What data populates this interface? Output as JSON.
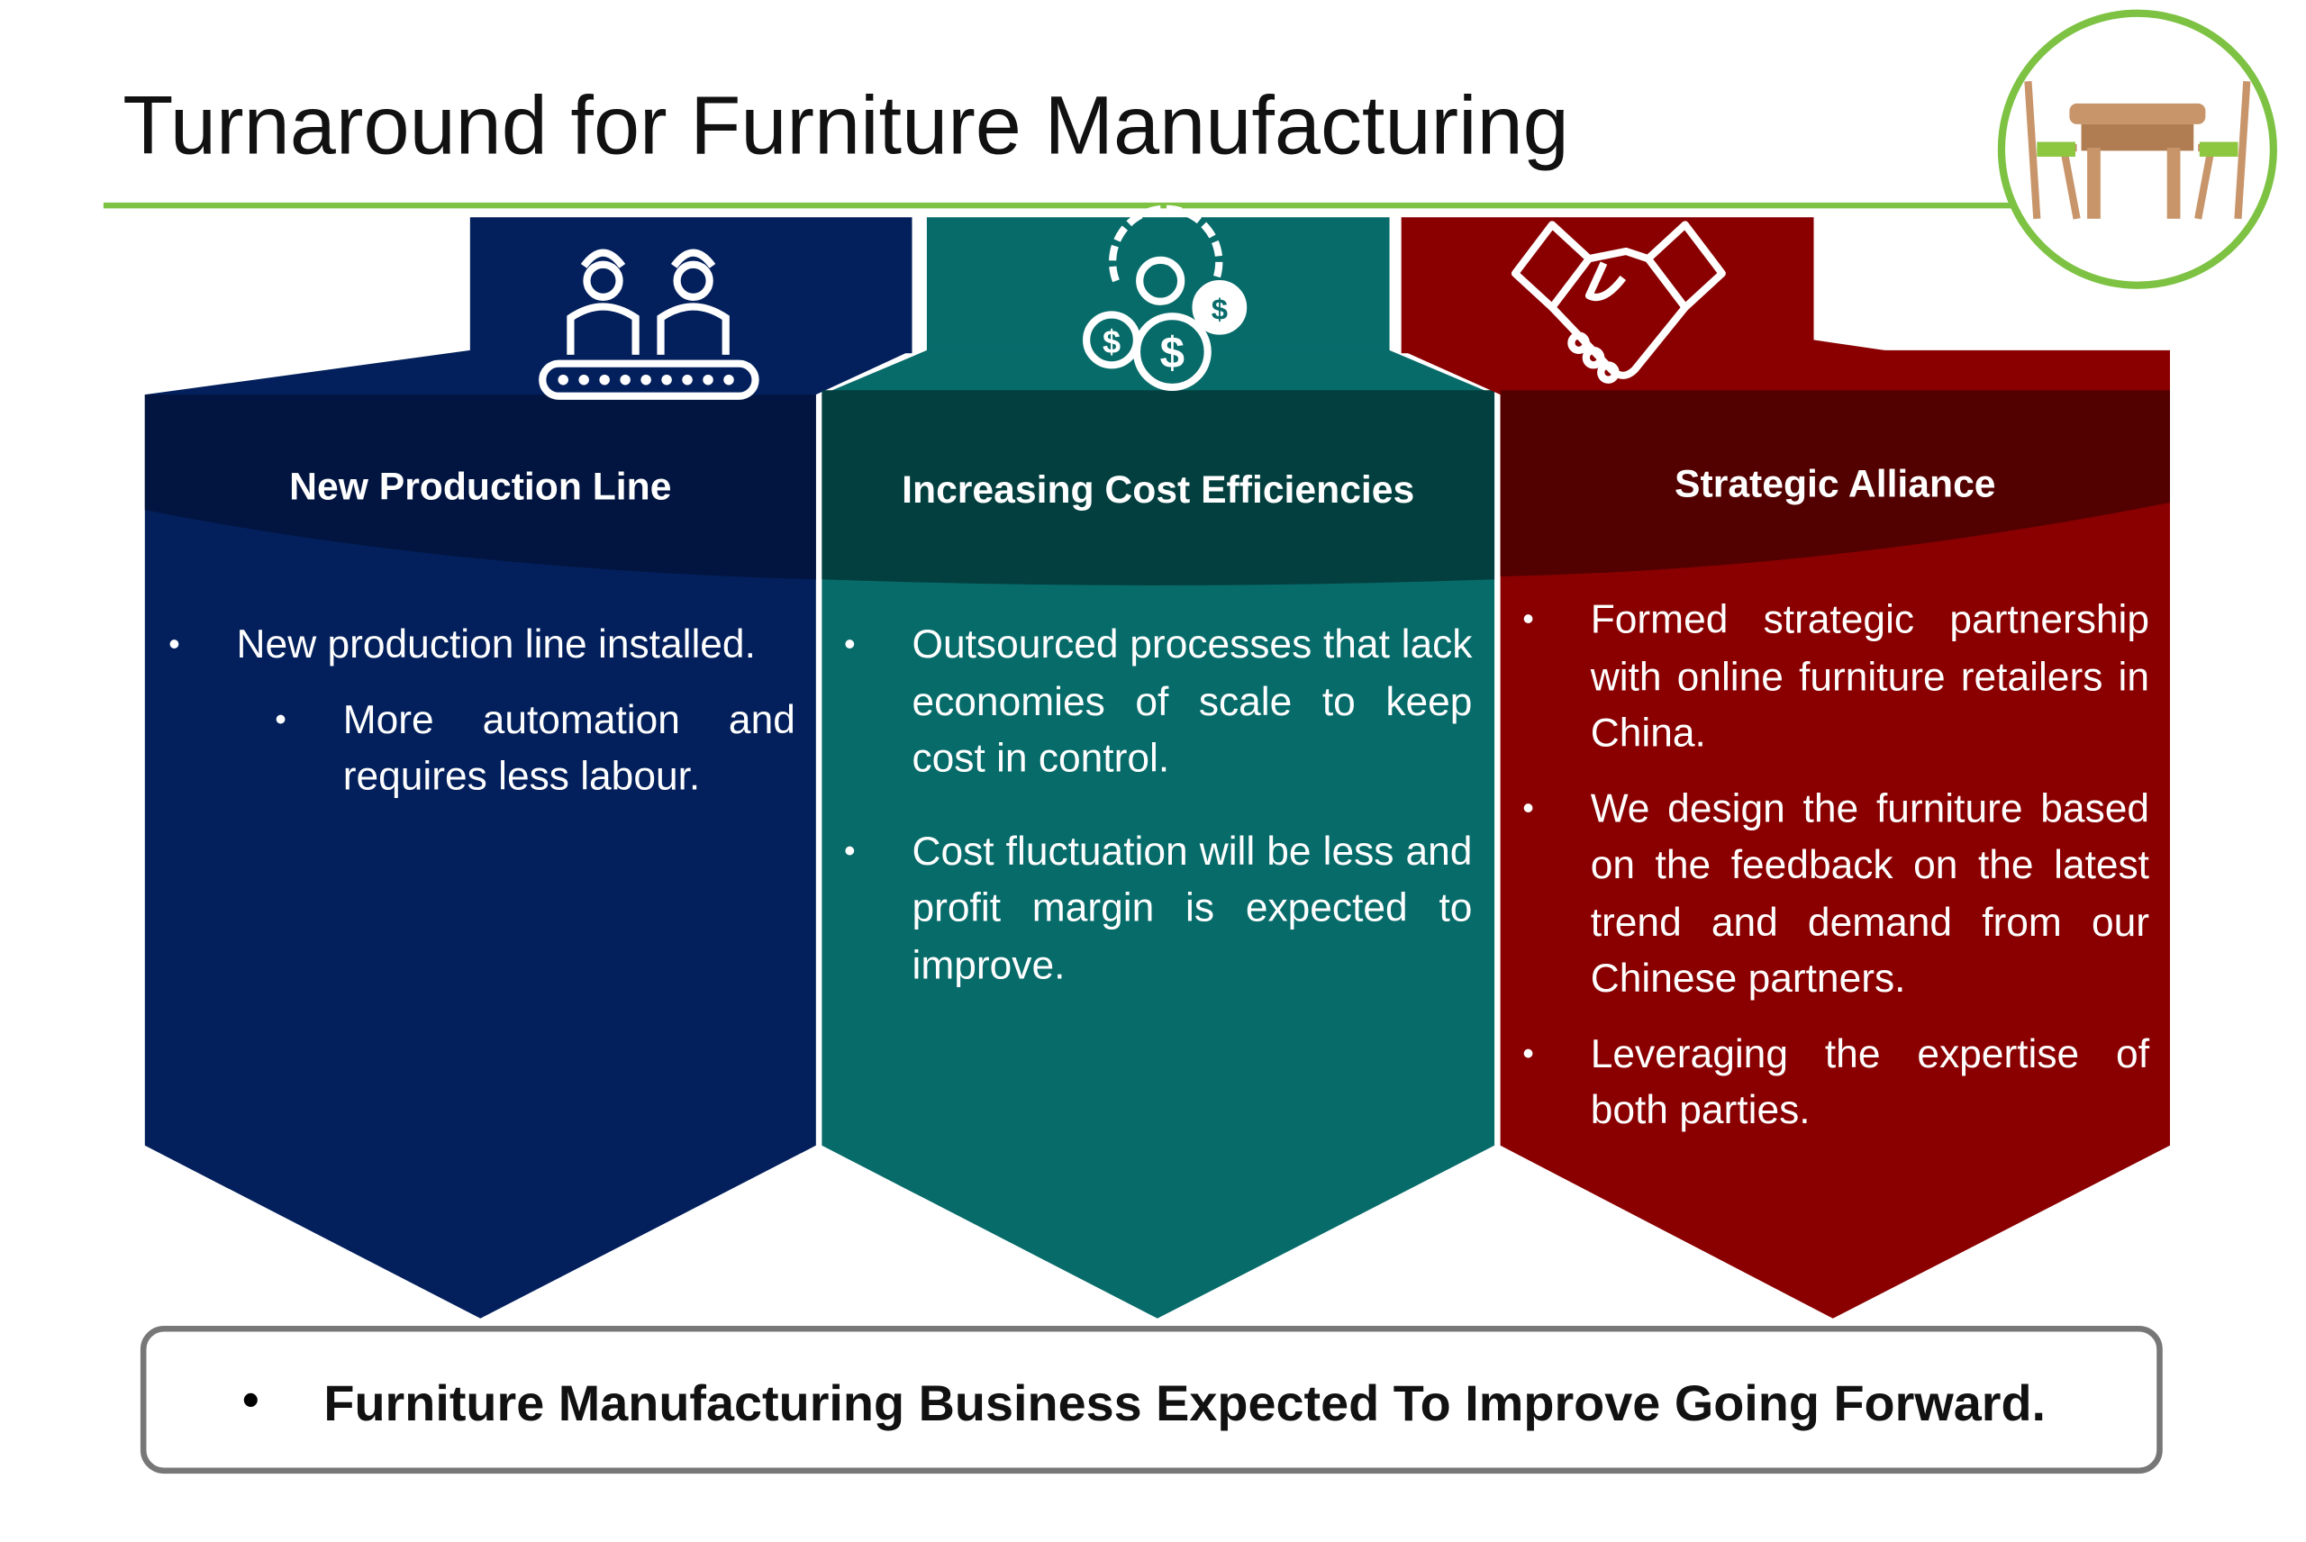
{
  "title": "Turnaround for Furniture Manufacturing",
  "colors": {
    "accent_green": "#7dc242",
    "blue": "#03205c",
    "teal": "#076b6a",
    "red": "#8a0000"
  },
  "columns": [
    {
      "heading": "New Production Line",
      "icon": "factory-workers-icon",
      "bullets": [
        "New production line installed.",
        "More automation and requires less labour."
      ]
    },
    {
      "heading": "Increasing Cost Efficiencies",
      "icon": "gear-dollar-icon",
      "bullets": [
        "Outsourced processes that lack economies of scale to keep cost in control.",
        "Cost fluctuation will be less and profit margin is expected to improve."
      ]
    },
    {
      "heading": "Strategic Alliance",
      "icon": "handshake-icon",
      "bullets": [
        "Formed strategic partnership with online furniture retailers in China.",
        "We design the furniture based on the feedback on the latest trend and demand from our Chinese partners.",
        "Leveraging the expertise of both parties."
      ]
    }
  ],
  "conclusion": "Furniture Manufacturing Business Expected To Improve Going Forward."
}
